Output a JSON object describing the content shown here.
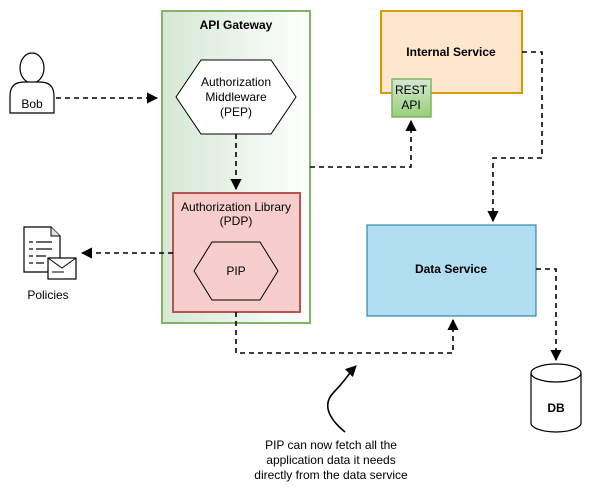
{
  "actors": {
    "user": "Bob"
  },
  "api_gateway": {
    "title": "API Gateway",
    "middleware": [
      "Authorization",
      "Middleware",
      "(PEP)"
    ],
    "library": [
      "Authorization Library",
      "(PDP)"
    ],
    "pip": "PIP"
  },
  "internal_service": {
    "title": "Internal Service",
    "rest_api": [
      "REST",
      "API"
    ]
  },
  "data_service": {
    "title": "Data Service"
  },
  "db": {
    "label": "DB"
  },
  "policies": {
    "label": "Policies"
  },
  "note": [
    "PIP can now fetch all the",
    "application data it needs",
    "directly from the data service"
  ],
  "colors": {
    "gateway_fill_left": "#d5e8d4",
    "gateway_stroke": "#82b366",
    "library_fill": "#f8cecc",
    "library_stroke": "#b85450",
    "internal_fill": "#ffe6cc",
    "internal_stroke": "#d79b00",
    "rest_fill": "#a9d18e",
    "rest_stroke": "#82b366",
    "data_fill": "#b1ddf0",
    "data_stroke": "#10739e"
  }
}
